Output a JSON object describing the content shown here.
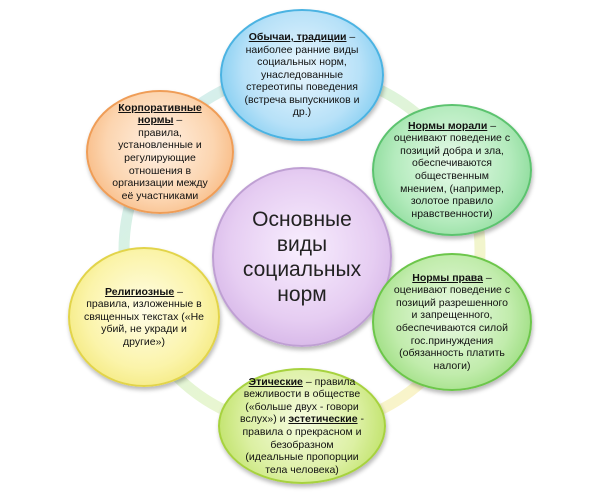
{
  "center": {
    "lines": [
      "Основные",
      "виды",
      "социальных",
      "норм"
    ]
  },
  "nodes": {
    "customs": {
      "head": "Обычаи, традиции",
      "lines": [
        " –",
        "наиболее ранние виды",
        "социальных норм,",
        "унаследованные",
        "стереотипы поведения",
        "(встреча выпускников и",
        "др.)"
      ]
    },
    "morals": {
      "head": "Нормы морали",
      "lines": [
        " –",
        "оценивают поведение с",
        "позиций добра и зла,",
        "обеспечиваются",
        "общественным",
        "мнением, (например,",
        "золотое правило",
        "нравственности)"
      ]
    },
    "law": {
      "head": "Нормы права",
      "lines": [
        " –",
        "оценивают поведение с",
        "позиций разрешенного",
        "и запрещенного,",
        "обеспечиваются силой",
        "гос.принуждения",
        "(обязанность платить",
        "налоги)"
      ]
    },
    "ethics": {
      "head": "Этические",
      "head2": "эстетические",
      "lines": [
        " – правила",
        "вежливости в обществе",
        "(«больше двух - говори",
        "вслух») и ",
        " -",
        "правила о прекрасном и",
        "безобразном",
        "(идеальные пропорции",
        "тела человека)"
      ]
    },
    "religious": {
      "head": "Религиозные",
      "lines": [
        " –",
        "правила, изложенные в",
        "священных текстах  («Не",
        "убий, не укради и",
        "другие»)"
      ]
    },
    "corporate": {
      "head": "Корпоративные",
      "head_b": "нормы",
      "lines": [
        " –",
        "правила,",
        "установленные и",
        "регулирующие",
        "отношения в",
        "организации между",
        "её участниками"
      ]
    }
  },
  "colors": {
    "customs": "#5fc0ec",
    "morals": "#6fd081",
    "law": "#7fd25d",
    "ethics": "#b3dc4f",
    "religious": "#eee15d",
    "corporate": "#f5a763",
    "center": "#c9a3df"
  }
}
